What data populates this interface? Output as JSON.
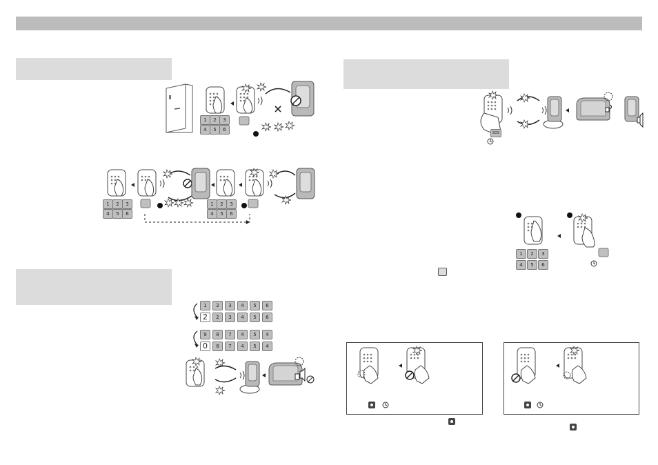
{
  "left_row1_keys": [
    "1",
    "2",
    "3",
    "4",
    "5",
    "6"
  ],
  "timeline_keys": [
    "1",
    "2",
    "3",
    "4",
    "5",
    "6"
  ],
  "right_keys": [
    "1",
    "2",
    "3",
    "4",
    "5",
    "6"
  ],
  "code_rows": [
    [
      "1",
      "2",
      "3",
      "4",
      "5",
      "6"
    ],
    [
      "2",
      "2",
      "3",
      "4",
      "5",
      "6"
    ],
    [
      "9",
      "8",
      "7",
      "4",
      "5",
      "4"
    ],
    [
      "0",
      "8",
      "7",
      "4",
      "5",
      "4"
    ]
  ],
  "keypad_key_label": "SOS"
}
